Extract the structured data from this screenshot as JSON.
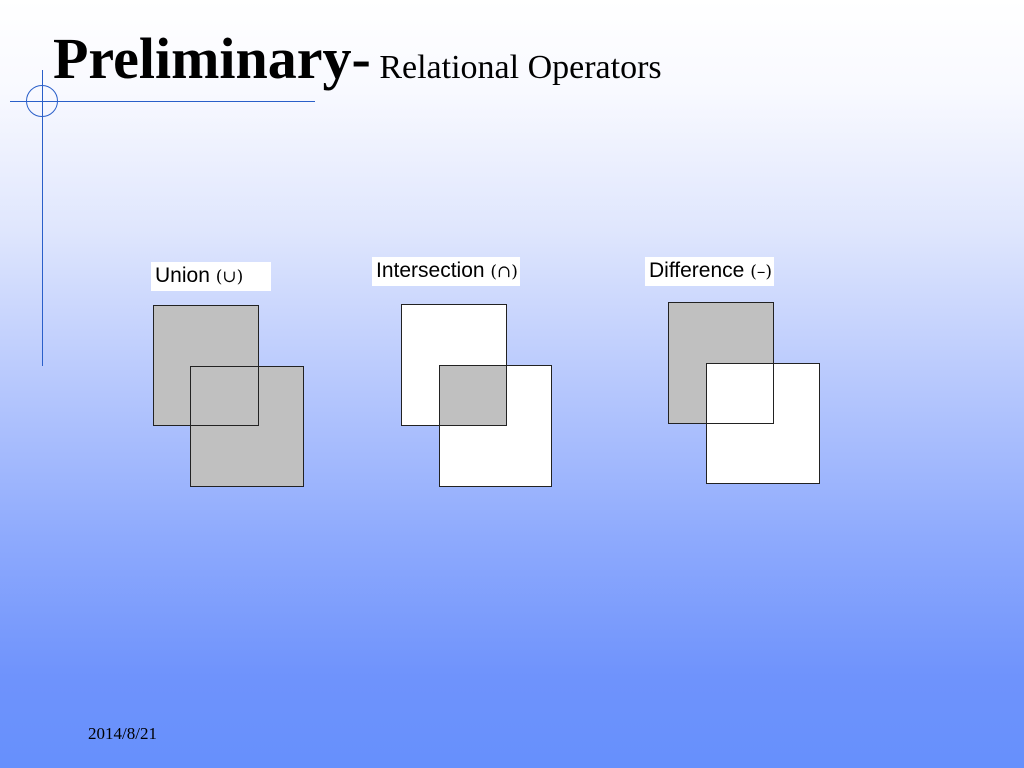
{
  "slide": {
    "title_main": "Preliminary-",
    "title_sub": " Relational Operators",
    "date": "2014/8/21"
  },
  "operators": [
    {
      "name": "Union",
      "symbol": "(∪)"
    },
    {
      "name": "Intersection",
      "symbol": "(∩)"
    },
    {
      "name": "Difference",
      "symbol": "(–)"
    }
  ],
  "colors": {
    "shaded": "#c0c0c0",
    "unshaded": "#ffffff",
    "accent_line": "#2a5fc9"
  }
}
